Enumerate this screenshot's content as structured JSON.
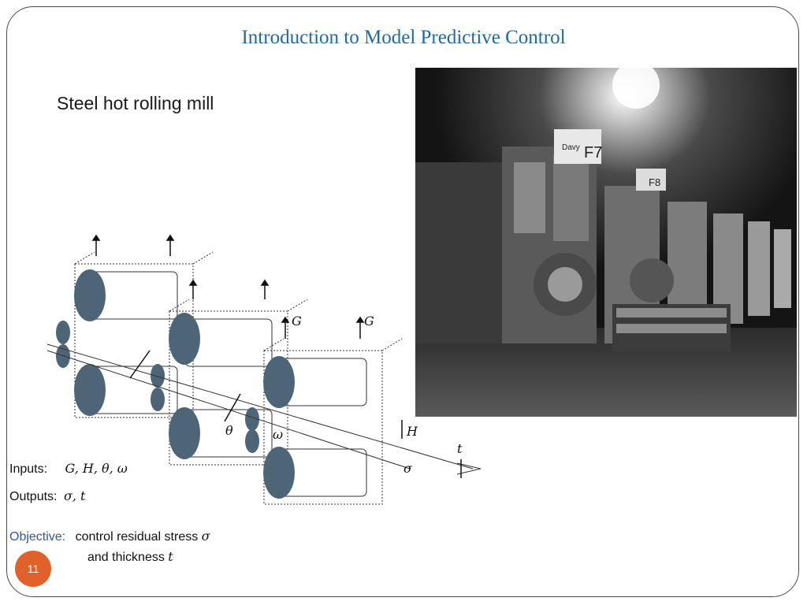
{
  "slide": {
    "title": "Introduction to Model Predictive Control",
    "subtitle": "Steel hot rolling mill",
    "page_number": "11"
  },
  "photo": {
    "stand_labels": [
      "F7",
      "F8"
    ],
    "brand": "Davy"
  },
  "diagram": {
    "symbols": [
      "G",
      "G",
      "H",
      "θ",
      "ω",
      "σ",
      "t"
    ]
  },
  "io": {
    "inputs_label": "Inputs:",
    "inputs_value": "G, H, θ, ω",
    "outputs_label": "Outputs:",
    "outputs_value": "σ, t"
  },
  "objective": {
    "label": "Objective:",
    "line1_text": "control residual stress",
    "line1_symbol": "σ",
    "line2_text": "and thickness",
    "line2_symbol": "t"
  },
  "colors": {
    "title": "#1f6aa5",
    "objective_label": "#3455a5",
    "page_badge": "#e0622a",
    "roll_fill": "#4e6578"
  }
}
